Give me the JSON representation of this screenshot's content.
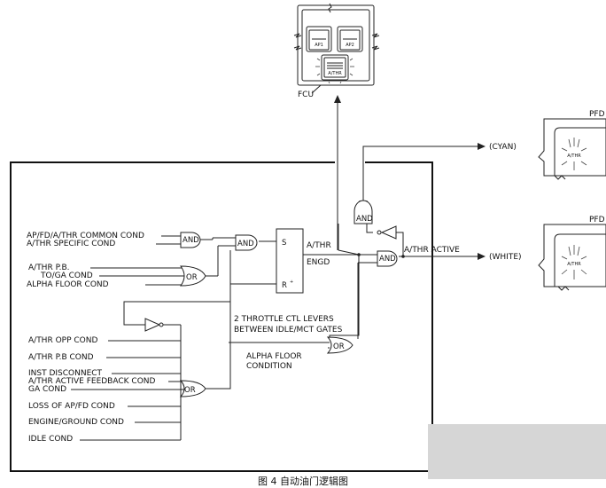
{
  "fcu": {
    "label": "FCU",
    "btn_ap1": "AP1",
    "btn_ap2": "AP2",
    "btn_athr": "A/THR"
  },
  "pfd": {
    "top_label": "PFD",
    "bottom_label": "PFD",
    "annunciation_top": "A/THR",
    "annunciation_bottom": "A/THR"
  },
  "outputs": {
    "cyan": "(CYAN)",
    "white": "(WHITE)",
    "athr_active": "A/THR ACTIVE"
  },
  "flipflop": {
    "set": "S",
    "reset": "R",
    "reset_mark": "+",
    "out_athr": "A/THR",
    "out_engd": "ENGD"
  },
  "gates": {
    "and": "AND",
    "or": "OR"
  },
  "inputs": {
    "common_cond": "AP/FD/A/THR COMMON COND",
    "specific_cond": "A/THR SPECIFIC COND",
    "athr_pb": "A/THR P.B.",
    "toga_cond": "TO/GA COND",
    "alpha_floor_cond": "ALPHA FLOOR COND",
    "throttle_line1": "2 THROTTLE CTL LEVERS",
    "throttle_line2": "BETWEEN IDLE/MCT GATES",
    "alpha_floor_line1": "ALPHA FLOOR",
    "alpha_floor_line2": "CONDITION",
    "opp_cond": "A/THR OPP COND",
    "pb_cond": "A/THR P.B COND",
    "inst_disconnect": "INST DISCONNECT",
    "active_feedback": "A/THR ACTIVE FEEDBACK COND",
    "ga_cond": "GA COND",
    "loss_apfd": "LOSS OF AP/FD COND",
    "engine_ground": "ENGINE/GROUND COND",
    "idle_cond": "IDLE COND"
  },
  "caption": "图 4  自动油门逻辑图"
}
